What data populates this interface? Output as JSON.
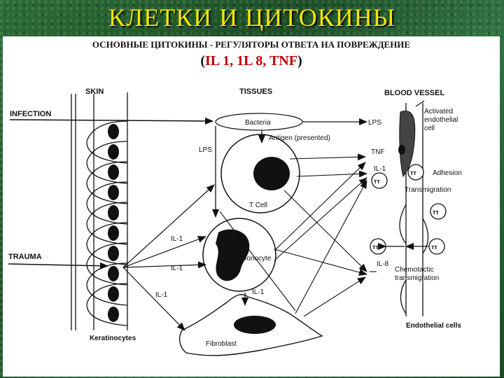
{
  "title": "КЛЕТКИ И ЦИТОКИНЫ",
  "subtitle": "ОСНОВНЫЕ ЦИТОКИНЫ - РЕГУЛЯТОРЫ ОТВЕТА НА ПОВРЕЖДЕНИЕ",
  "cytokines": {
    "open": "(",
    "list": "IL 1, 1L 8, TNF",
    "close": ")"
  },
  "diagram": {
    "skin": "SKIN",
    "tissues": "TISSUES",
    "blood_vessel": "BLOOD VESSEL",
    "infection": "INFECTION",
    "trauma": "TRAUMA",
    "keratinocytes": "Keratinocytes",
    "bacteria": "Bacteria",
    "antigen": "Antigen (presented)",
    "lps_tissue": "LPS",
    "t_cell": "T Cell",
    "monocyte": "Monocyte",
    "fibroblast": "Fibroblast",
    "il1_a": "IL-1",
    "il1_b": "IL-1",
    "il1_c": "IL-1",
    "il1_d": "IL-1",
    "lps_vessel": "LPS",
    "tnf": "TNF",
    "il1_vessel": "IL-1",
    "il8": "IL-8",
    "activated_endothelial": [
      "Activated",
      "endothelial",
      "cell"
    ],
    "adhesion": "Adhesion",
    "transmigration": "Transmigration",
    "chemotactic": [
      "Chemotactic",
      "transmigration"
    ],
    "endothelial_cells": "Endothelial cells"
  }
}
